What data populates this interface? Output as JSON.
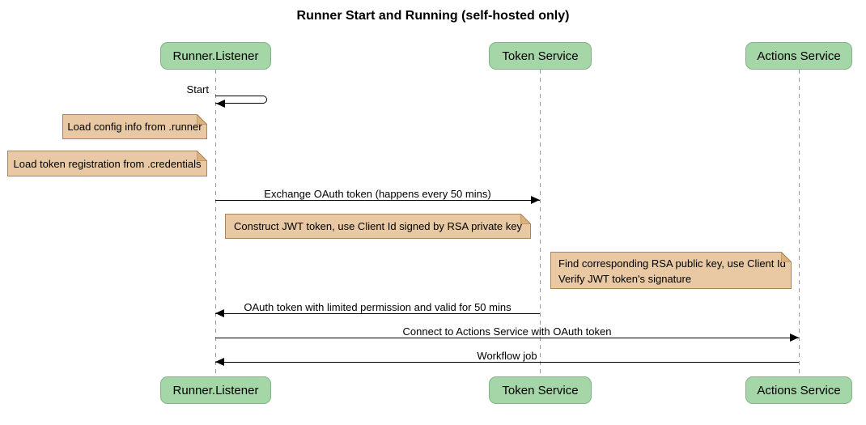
{
  "title": "Runner Start and Running (self-hosted only)",
  "colors": {
    "participant_fill": "#a5d6a7",
    "participant_border": "#84b286",
    "note_fill": "#e8c9a3",
    "note_border": "#a9855d",
    "lifeline": "#9a9a9a",
    "message": "#000000",
    "background": "#ffffff"
  },
  "participants": [
    {
      "label": "Runner.Listener"
    },
    {
      "label": "Token Service"
    },
    {
      "label": "Actions Service"
    }
  ],
  "self_message": {
    "label": "Start",
    "on": "Runner.Listener"
  },
  "notes": [
    {
      "text": "Load config info from .runner",
      "position": "left of Runner.Listener"
    },
    {
      "text": "Load token registration from .credentials",
      "position": "left of Runner.Listener"
    },
    {
      "text": "Construct JWT token, use Client Id signed by RSA private key",
      "position": "right of Runner.Listener"
    },
    {
      "line1": "Find corresponding RSA public key, use Client Id",
      "line2": "Verify JWT token's signature",
      "position": "left of Actions Service"
    }
  ],
  "messages": [
    {
      "label": "Exchange OAuth token (happens every 50 mins)",
      "from": "Runner.Listener",
      "to": "Token Service",
      "direction": "right"
    },
    {
      "label": "OAuth token with limited permission and valid for 50 mins",
      "from": "Token Service",
      "to": "Runner.Listener",
      "direction": "left"
    },
    {
      "label": "Connect to Actions Service with OAuth token",
      "from": "Runner.Listener",
      "to": "Actions Service",
      "direction": "right"
    },
    {
      "label": "Workflow job",
      "from": "Actions Service",
      "to": "Runner.Listener",
      "direction": "left"
    }
  ]
}
